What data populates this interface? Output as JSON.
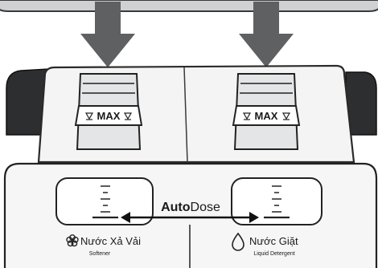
{
  "drawers": [
    {
      "max_label": "MAX"
    },
    {
      "max_label": "MAX"
    }
  ],
  "brand": {
    "prefix": "Auto",
    "suffix": "Dose"
  },
  "compartments": [
    {
      "name": "Nước Xả Vải",
      "subtitle": "Softener",
      "icon": "flower-icon"
    },
    {
      "name": "Nước Giặt",
      "subtitle": "Liquid Detergent",
      "icon": "drop-icon"
    }
  ]
}
